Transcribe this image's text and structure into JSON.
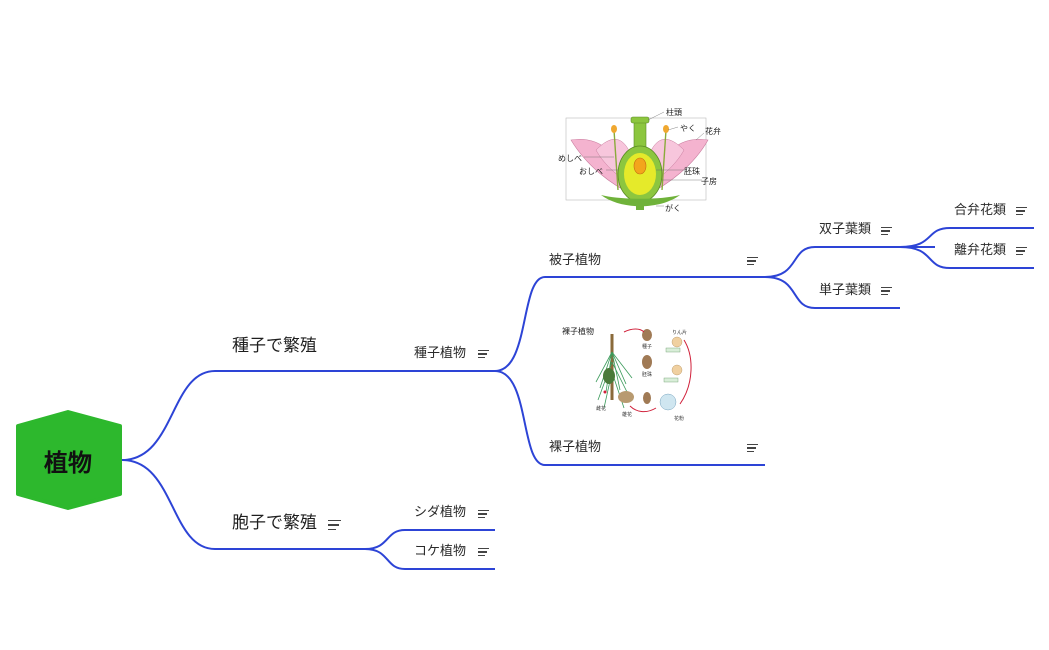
{
  "root": {
    "label": "植物",
    "color": "#2db82d"
  },
  "branch_color": "#2d44d6",
  "nodes": {
    "seed_reproduction": "種子で繁殖",
    "spore_reproduction": "胞子で繁殖",
    "seed_plants": "種子植物",
    "angiosperms": "被子植物",
    "gymnosperms": "裸子植物",
    "dicots": "双子葉類",
    "monocots": "単子葉類",
    "sympetalous": "合弁花類",
    "choripetalous": "離弁花類",
    "ferns": "シダ植物",
    "mosses": "コケ植物"
  },
  "flower_image": {
    "stigma": "柱頭",
    "anther": "やく",
    "petal": "花弁",
    "pistil": "めしべ",
    "stamen": "おしべ",
    "ovule": "胚珠",
    "ovary": "子房",
    "sepal": "がく"
  },
  "pine_image": {
    "title": "裸子植物"
  },
  "icons": {
    "note": "note-lines-icon",
    "root_shape": "hexagon-node"
  }
}
